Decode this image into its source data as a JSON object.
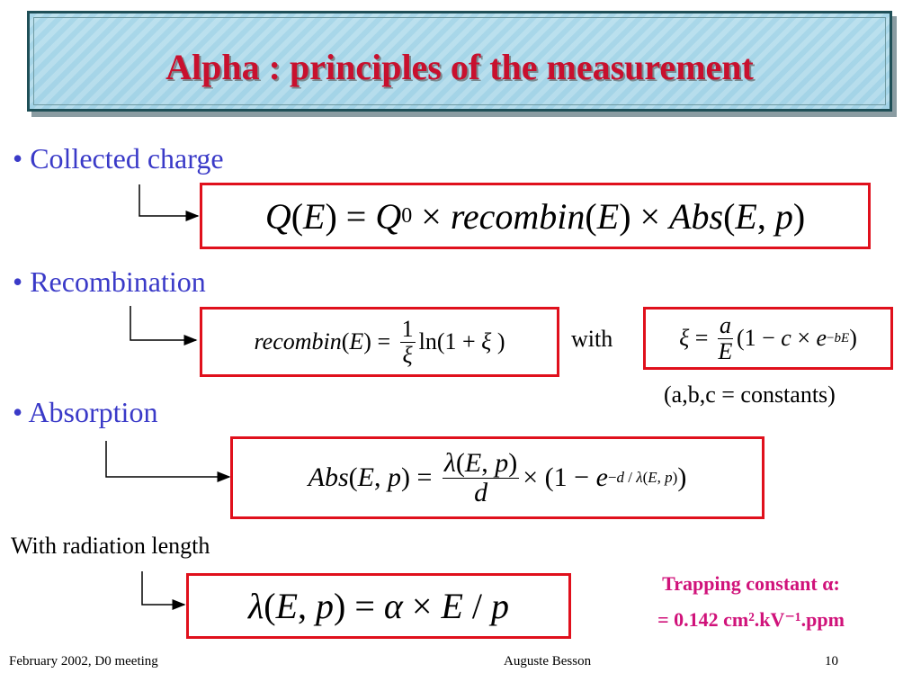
{
  "title": "Alpha : principles of the measurement",
  "bullets": {
    "collected": "• Collected charge",
    "recombination": "• Recombination",
    "absorption": "•  Absorption"
  },
  "with_radiation": "With radiation length",
  "with_word": "with",
  "constants_note": "(a,b,c = constants)",
  "trapping": {
    "line1": "Trapping constant α:",
    "line2": "= 0.142 cm².kV⁻¹.ppm"
  },
  "footer": {
    "left": "February 2002, D0 meeting",
    "center": "Auguste Besson",
    "page": "10"
  }
}
